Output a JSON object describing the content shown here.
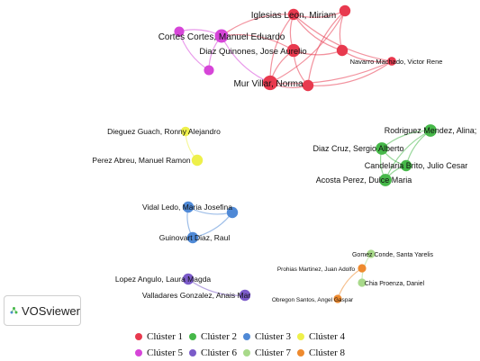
{
  "clusters": [
    {
      "id": 1,
      "label": "Clúster 1",
      "color": "#e8394e"
    },
    {
      "id": 2,
      "label": "Clúster 2",
      "color": "#46b849"
    },
    {
      "id": 3,
      "label": "Clúster 3",
      "color": "#4f89d6"
    },
    {
      "id": 4,
      "label": "Clúster 4",
      "color": "#eef04a"
    },
    {
      "id": 5,
      "label": "Clúster 5",
      "color": "#d645d8"
    },
    {
      "id": 6,
      "label": "Clúster 6",
      "color": "#7b5bc9"
    },
    {
      "id": 7,
      "label": "Clúster 7",
      "color": "#a8d98a"
    },
    {
      "id": 8,
      "label": "Clúster 8",
      "color": "#ee8a2e"
    }
  ],
  "nodes": [
    {
      "id": "iglesias",
      "label": "Iglesias Leon, Miriam",
      "cluster": 1,
      "weight": 1.0
    },
    {
      "id": "cortes",
      "label": "Cortes Cortes, Manuel Eduardo",
      "cluster": 5,
      "weight": 1.4
    },
    {
      "id": "diazq",
      "label": "Diaz Quinones, Jose Aurelio",
      "cluster": 1,
      "weight": 1.3
    },
    {
      "id": "mur",
      "label": "Mur Villar, Norma",
      "cluster": 1,
      "weight": 1.6
    },
    {
      "id": "navarro",
      "label": "Navarro Machado, Victor Rene",
      "cluster": 1,
      "weight": 0.6
    },
    {
      "id": "c1a",
      "label": "",
      "cluster": 1,
      "weight": 1.0
    },
    {
      "id": "c1b",
      "label": "",
      "cluster": 1,
      "weight": 1.0
    },
    {
      "id": "c1c",
      "label": "",
      "cluster": 1,
      "weight": 1.0
    },
    {
      "id": "c5a",
      "label": "",
      "cluster": 5,
      "weight": 0.8
    },
    {
      "id": "c5b",
      "label": "",
      "cluster": 5,
      "weight": 0.8
    },
    {
      "id": "dieguez",
      "label": "Dieguez Guach, Ronny Alejandro",
      "cluster": 4,
      "weight": 0.7
    },
    {
      "id": "perez",
      "label": "Perez Abreu, Manuel Ramon",
      "cluster": 4,
      "weight": 1.0
    },
    {
      "id": "rodriguez",
      "label": "Rodriguez Mendez, Alina;",
      "cluster": 2,
      "weight": 1.2
    },
    {
      "id": "diazc",
      "label": "Diaz Cruz, Sergio Alberto",
      "cluster": 2,
      "weight": 1.2
    },
    {
      "id": "candelaria",
      "label": "Candelaria Brito, Julio Cesar",
      "cluster": 2,
      "weight": 1.0
    },
    {
      "id": "acosta",
      "label": "Acosta Perez, Dulce Maria",
      "cluster": 2,
      "weight": 1.2
    },
    {
      "id": "vidal",
      "label": "Vidal Ledo, Maria Josefina",
      "cluster": 3,
      "weight": 1.0
    },
    {
      "id": "guinovart",
      "label": "Guinovart Diaz, Raul",
      "cluster": 3,
      "weight": 1.0
    },
    {
      "id": "c3a",
      "label": "",
      "cluster": 3,
      "weight": 1.0
    },
    {
      "id": "lopez",
      "label": "Lopez Angulo, Laura Magda",
      "cluster": 6,
      "weight": 1.0
    },
    {
      "id": "valladares",
      "label": "Valladares Gonzalez, Anais Mar",
      "cluster": 6,
      "weight": 1.0
    },
    {
      "id": "prohias",
      "label": "Prohias Martinez, Juan Adolfo",
      "cluster": 8,
      "weight": 0.5
    },
    {
      "id": "obregon",
      "label": "Obregon Santos, Angel Gaspar",
      "cluster": 8,
      "weight": 0.5
    },
    {
      "id": "gomez",
      "label": "Gomez Conde, Santa Yarelis",
      "cluster": 7,
      "weight": 0.5
    },
    {
      "id": "chia",
      "label": "Chia Proenza, Daniel",
      "cluster": 7,
      "weight": 0.5
    }
  ],
  "links": [
    [
      "iglesias",
      "cortes"
    ],
    [
      "iglesias",
      "diazq"
    ],
    [
      "iglesias",
      "mur"
    ],
    [
      "iglesias",
      "c1a"
    ],
    [
      "iglesias",
      "c1b"
    ],
    [
      "iglesias",
      "navarro"
    ],
    [
      "diazq",
      "mur"
    ],
    [
      "diazq",
      "cortes"
    ],
    [
      "diazq",
      "c1b"
    ],
    [
      "diazq",
      "c1c"
    ],
    [
      "mur",
      "c1c"
    ],
    [
      "mur",
      "navarro"
    ],
    [
      "mur",
      "c1a"
    ],
    [
      "c1a",
      "c1b"
    ],
    [
      "c1b",
      "navarro"
    ],
    [
      "c1a",
      "c1c"
    ],
    [
      "c1c",
      "navarro"
    ],
    [
      "cortes",
      "mur"
    ],
    [
      "cortes",
      "c5a"
    ],
    [
      "cortes",
      "c5b"
    ],
    [
      "c5a",
      "c5b"
    ],
    [
      "dieguez",
      "perez"
    ],
    [
      "rodriguez",
      "diazc"
    ],
    [
      "rodriguez",
      "candelaria"
    ],
    [
      "rodriguez",
      "acosta"
    ],
    [
      "diazc",
      "candelaria"
    ],
    [
      "diazc",
      "acosta"
    ],
    [
      "candelaria",
      "acosta"
    ],
    [
      "vidal",
      "guinovart"
    ],
    [
      "vidal",
      "c3a"
    ],
    [
      "guinovart",
      "c3a"
    ],
    [
      "lopez",
      "valladares"
    ],
    [
      "prohias",
      "obregon"
    ],
    [
      "gomez",
      "chia"
    ]
  ],
  "branding": {
    "name": "VOSviewer"
  }
}
